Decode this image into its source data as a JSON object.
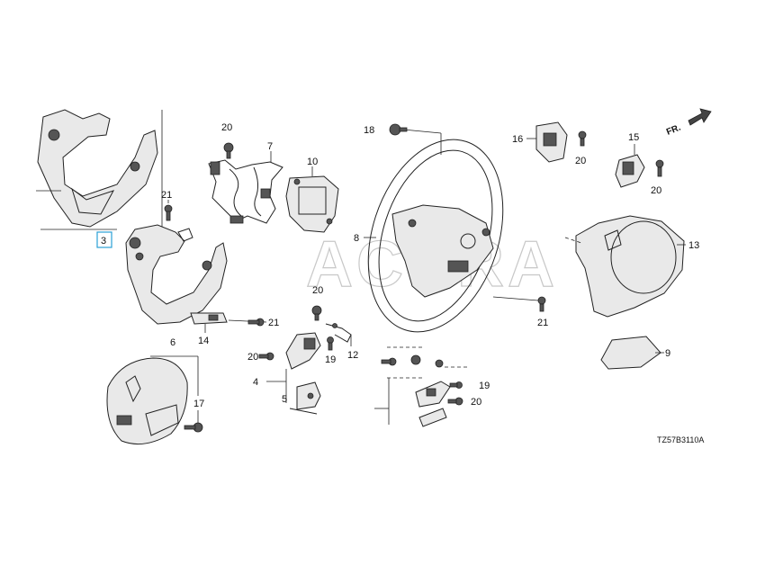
{
  "callouts": {
    "c3": "3",
    "c4": "4",
    "c5": "5",
    "c6": "6",
    "c7": "7",
    "c8": "8",
    "c9": "9",
    "c10": "10",
    "c12": "12",
    "c13": "13",
    "c14": "14",
    "c15": "15",
    "c16": "16",
    "c17": "17",
    "c18": "18",
    "c19a": "19",
    "c19b": "19",
    "c20a": "20",
    "c20b": "20",
    "c20c": "20",
    "c20d": "20",
    "c20e": "20",
    "c20f": "20",
    "c21a": "21",
    "c21b": "21",
    "c21c": "21"
  },
  "direction_label": "FR.",
  "diagram_code": "TZ57B3110A",
  "watermark": "ACURA",
  "highlight_color": "#2aa0d6"
}
